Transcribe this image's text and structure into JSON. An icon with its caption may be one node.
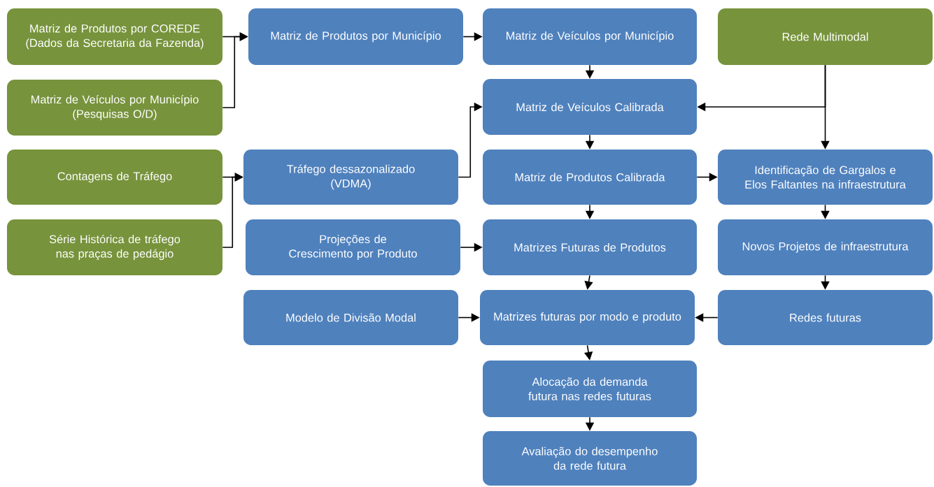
{
  "diagram": {
    "nodes": [
      {
        "text": [
          "Matriz de Produtos por COREDE",
          "(Dados da Secretaria da Fazenda)"
        ]
      },
      {
        "text": [
          "Matriz de Veículos por Município",
          "(Pesquisas O/D)"
        ]
      },
      {
        "text": [
          "Matriz de Produtos por Município"
        ]
      },
      {
        "text": [
          "Matriz de Veículos por Município"
        ]
      },
      {
        "text": [
          "Rede Multimodal"
        ]
      },
      {
        "text": [
          "Matriz de Veículos Calibrada"
        ]
      },
      {
        "text": [
          "Contagens de Tráfego"
        ]
      },
      {
        "text": [
          "Tráfego dessazonalizado",
          "(VDMA)"
        ]
      },
      {
        "text": [
          "Matriz de Produtos Calibrada"
        ]
      },
      {
        "text": [
          "Identificação de Gargalos e Elos Faltantes na infraestrutura"
        ]
      },
      {
        "text": [
          "Série Histórica de tráfego nas praças de pedágio"
        ]
      },
      {
        "text": [
          "Projeções de Crescimento por Produto"
        ]
      },
      {
        "text": [
          "Matrizes Futuras de Produtos"
        ]
      },
      {
        "text": [
          "Novos Projetos de infraestrutura"
        ]
      },
      {
        "text": [
          "Modelo de Divisão Modal"
        ]
      },
      {
        "text": [
          "Matrizes futuras por modo e produto"
        ]
      },
      {
        "text": [
          "Redes futuras"
        ]
      },
      {
        "text": [
          "Alocação da demanda futura nas redes futuras"
        ]
      },
      {
        "text": [
          "Avaliação do desempenho da rede futura"
        ]
      }
    ],
    "edges": [
      {
        "from": 0,
        "to": 2,
        "arrow": "to"
      },
      {
        "from": 1,
        "to": 2,
        "arrow": "to"
      },
      {
        "from": 2,
        "to": 3,
        "arrow": "to"
      },
      {
        "from": 3,
        "to": 5,
        "arrow": "to"
      },
      {
        "from": 4,
        "to": 5,
        "arrow": "to"
      },
      {
        "from": 4,
        "to": 9,
        "arrow": "to"
      },
      {
        "from": 6,
        "to": 7,
        "arrow": "to"
      },
      {
        "from": 10,
        "to": 7,
        "arrow": "to"
      },
      {
        "from": 7,
        "to": 5,
        "arrow": "to"
      },
      {
        "from": 5,
        "to": 8,
        "arrow": "to"
      },
      {
        "from": 8,
        "to": 9,
        "arrow": "to"
      },
      {
        "from": 8,
        "to": 12,
        "arrow": "to"
      },
      {
        "from": 9,
        "to": 13,
        "arrow": "to"
      },
      {
        "from": 11,
        "to": 12,
        "arrow": "to"
      },
      {
        "from": 12,
        "to": 15,
        "arrow": "to"
      },
      {
        "from": 13,
        "to": 16,
        "arrow": "to"
      },
      {
        "from": 14,
        "to": 15,
        "arrow": "to"
      },
      {
        "from": 16,
        "to": 15,
        "arrow": "to"
      },
      {
        "from": 15,
        "to": 17,
        "arrow": "to"
      },
      {
        "from": 17,
        "to": 18,
        "arrow": "to"
      }
    ]
  }
}
